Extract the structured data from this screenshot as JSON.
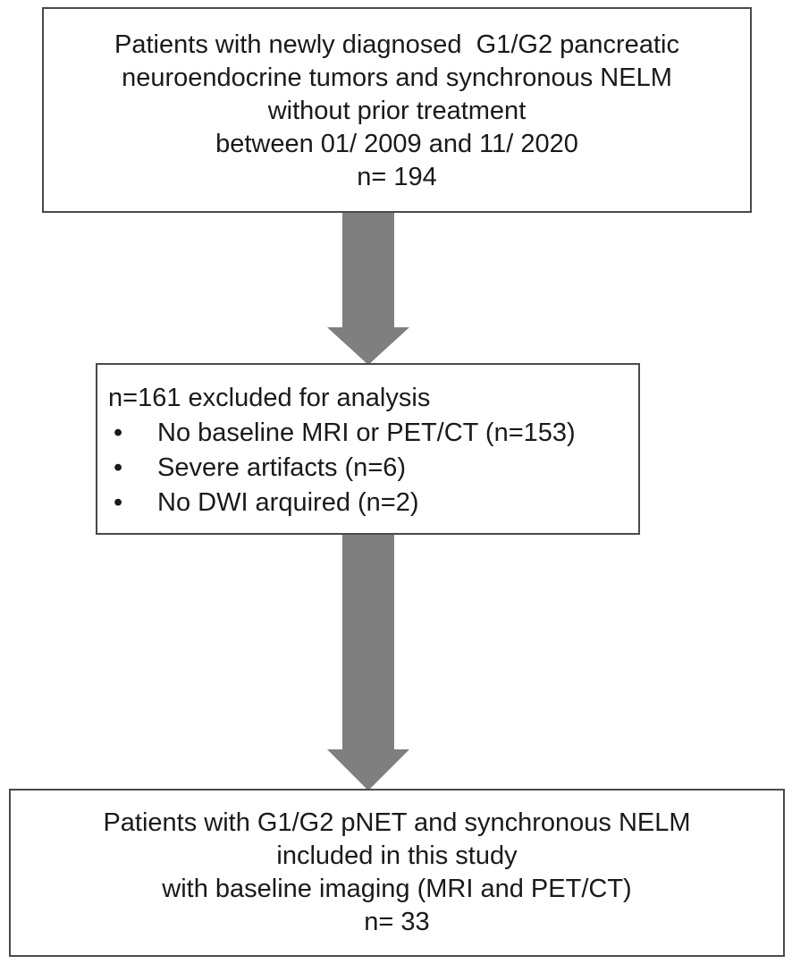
{
  "boxes": {
    "top": {
      "lines": [
        "Patients with newly diagnosed  G1/G2 pancreatic",
        "neuroendocrine tumors and synchronous NELM",
        "without prior treatment",
        "between 01/ 2009 and 11/ 2020",
        "n= 194"
      ]
    },
    "middle": {
      "title": "n=161 excluded for analysis",
      "bullet": "•",
      "items": [
        "No baseline MRI or PET/CT (n=153)",
        "Severe artifacts (n=6)",
        "No DWI arquired (n=2)"
      ]
    },
    "bottom": {
      "lines": [
        "Patients with G1/G2 pNET and synchronous NELM",
        "included in this study",
        "with baseline imaging (MRI and PET/CT)",
        "n= 33"
      ]
    }
  },
  "colors": {
    "arrow": "#7f7f7f",
    "border": "#4a4a4a",
    "text": "#1a1a1a"
  }
}
